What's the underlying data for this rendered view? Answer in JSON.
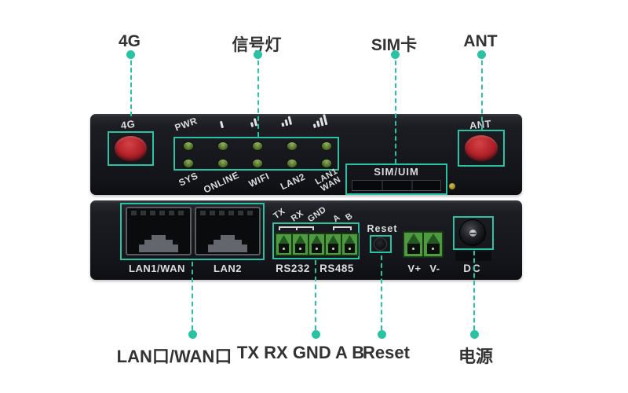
{
  "colors": {
    "accent": "#29c3a4",
    "callout_text": "#333333",
    "panel_text": "#dcdcdc",
    "red_connector": "#b7242c",
    "yellow_indicator": "#a88d24"
  },
  "callouts": {
    "top": [
      {
        "label": "4G"
      },
      {
        "label": "信号灯"
      },
      {
        "label": "SIM卡"
      },
      {
        "label": "ANT"
      }
    ],
    "bottom": [
      {
        "label": "LAN口/WAN口"
      },
      {
        "label": "TX RX GND A B"
      },
      {
        "label": "Reset"
      },
      {
        "label": "电源"
      }
    ]
  },
  "device": {
    "front_panel": {
      "antenna_4g_label": "4G",
      "antenna_ant_label": "ANT",
      "led_row_top_label": "PWR",
      "led_row_bottom_labels": [
        "SYS",
        "ONLINE",
        "WIFI",
        "LAN2"
      ],
      "led_lan1_label_line1": "LAN1",
      "led_lan1_label_line2": "WAN",
      "sim_slot_label": "SIM/UIM"
    },
    "rear_panel": {
      "ethernet_port_labels": [
        "LAN1/WAN",
        "LAN2"
      ],
      "serial_pin_labels": [
        "TX",
        "RX",
        "GND",
        "A",
        "B"
      ],
      "serial_port_labels": [
        "RS232",
        "RS485"
      ],
      "reset_label": "Reset",
      "power_terminal_labels": [
        "V+",
        "V-"
      ],
      "dc_jack_label": "DC"
    }
  },
  "icons": {
    "signal_strength_bars": [
      1,
      2,
      3,
      4
    ]
  }
}
